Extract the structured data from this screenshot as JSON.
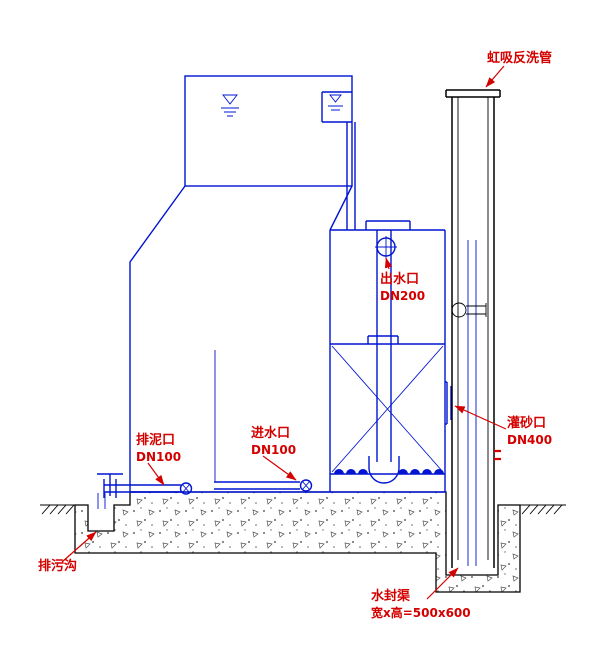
{
  "diagram": {
    "labels": {
      "siphon_backwash": "虹吸反洗管",
      "outlet": "出水口",
      "outlet_dn": "DN200",
      "mud_port": "排泥口",
      "mud_dn": "DN100",
      "inlet": "进水口",
      "inlet_dn": "DN100",
      "sand_port": "灌砂口",
      "sand_dn": "DN400",
      "sewer_ditch": "排污沟",
      "water_seal": "水封渠",
      "water_seal_size": "宽x高=500x600"
    },
    "colors": {
      "structure_blue": "#0014d2",
      "detail_black": "#000000",
      "annotation_red": "#d40000",
      "background": "#ffffff"
    }
  }
}
